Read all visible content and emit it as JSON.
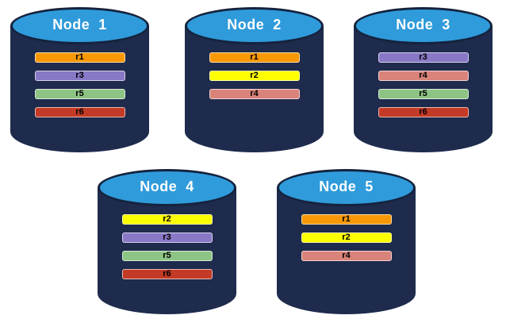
{
  "diagram": {
    "description": "Five database nodes shown as cylinders, each holding a set of replica bars"
  },
  "colors": {
    "background": "#FFFFFF",
    "cylinder_body": "#1E2B4D",
    "cylinder_top": "#2F9BDB",
    "cylinder_outline": "#15233E",
    "title_text": "#FFFFFF",
    "bar_text": "#000000"
  },
  "replica_colors": {
    "r1": "#F99806",
    "r2": "#FDFF00",
    "r3": "#8878C6",
    "r4": "#D9837A",
    "r5": "#8DC485",
    "r6": "#C33A26"
  },
  "nodes": [
    {
      "title": "Node  1",
      "replicas": [
        "r1",
        "r3",
        "r5",
        "r6"
      ]
    },
    {
      "title": "Node  2",
      "replicas": [
        "r1",
        "r2",
        "r4"
      ]
    },
    {
      "title": "Node  3",
      "replicas": [
        "r3",
        "r4",
        "r5",
        "r6"
      ]
    },
    {
      "title": "Node  4",
      "replicas": [
        "r2",
        "r3",
        "r5",
        "r6"
      ]
    },
    {
      "title": "Node  5",
      "replicas": [
        "r1",
        "r2",
        "r4"
      ]
    }
  ]
}
